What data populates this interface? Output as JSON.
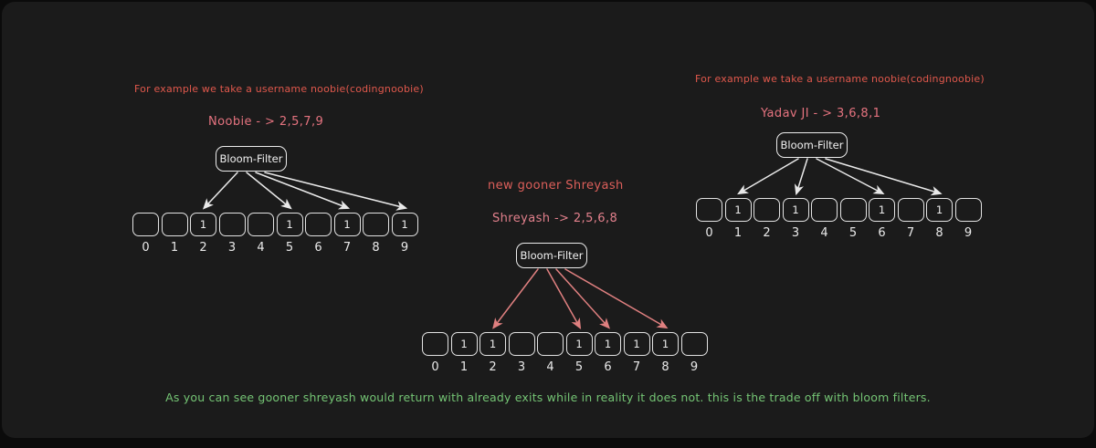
{
  "page": {
    "background": "#1b1b1b",
    "footer": "As you can see gooner shreyash would return with already exits while in reality it does not. this is the trade off with bloom filters.",
    "footer_color": "#74c474"
  },
  "index_labels": [
    "0",
    "1",
    "2",
    "3",
    "4",
    "5",
    "6",
    "7",
    "8",
    "9"
  ],
  "diagrams": {
    "left": {
      "header": "For example we take a username noobie(codingnoobie)",
      "header_color": "#e0584c",
      "hash_line": "Noobie - > 2,5,7,9",
      "hash_color": "#e5737f",
      "filter_label": "Bloom-Filter",
      "arrow_color": "#e9e9e9",
      "arrow_targets": [
        2,
        5,
        7,
        9
      ],
      "cells": [
        0,
        0,
        1,
        0,
        0,
        1,
        0,
        1,
        0,
        1
      ]
    },
    "middle": {
      "title": "new gooner Shreyash",
      "title_color": "#dd5f5a",
      "hash_line": "Shreyash -> 2,5,6,8",
      "hash_color": "#e2808c",
      "filter_label": "Bloom-Filter",
      "arrow_color": "#e08080",
      "arrow_targets": [
        2,
        5,
        6,
        8
      ],
      "cells": [
        0,
        1,
        1,
        0,
        0,
        1,
        1,
        1,
        1,
        0
      ]
    },
    "right": {
      "header": "For example we take a username noobie(codingnoobie)",
      "header_color": "#e0584c",
      "hash_line": "Yadav JI - > 3,6,8,1",
      "hash_color": "#e5737f",
      "filter_label": "Bloom-Filter",
      "arrow_color": "#e9e9e9",
      "arrow_targets": [
        1,
        3,
        6,
        8
      ],
      "cells": [
        0,
        1,
        0,
        1,
        0,
        0,
        1,
        0,
        1,
        0
      ]
    }
  }
}
